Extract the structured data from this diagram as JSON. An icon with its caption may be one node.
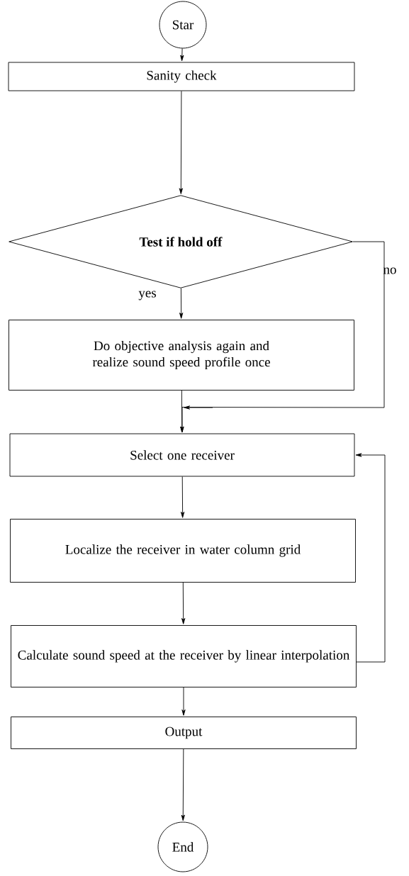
{
  "diagram": {
    "nodes": [
      {
        "text": [
          "Star"
        ]
      },
      {
        "text": [
          "Sanity check"
        ]
      },
      {
        "text": [
          "**Test if hold off**"
        ]
      },
      {
        "text": [
          "Do objective analysis again and realize sound speed profile once"
        ]
      },
      {
        "text": [
          "Select one receiver"
        ]
      },
      {
        "text": [
          "Localize the receiver in water column grid"
        ]
      },
      {
        "text": [
          "Calculate sound speed at the receiver by linear interpolation"
        ]
      },
      {
        "text": [
          "Output"
        ]
      },
      {
        "text": [
          "End"
        ]
      }
    ],
    "edges": [
      {
        "from": 0,
        "to": 1,
        "arrow": "to"
      },
      {
        "from": 1,
        "to": 2,
        "arrow": "to"
      },
      {
        "from": 2,
        "to": 3,
        "arrow": "to",
        "label": "yes"
      },
      {
        "from": 3,
        "to": 4,
        "arrow": "to"
      },
      {
        "from": 2,
        "to": 4,
        "arrow": "to",
        "label": "no"
      },
      {
        "from": 4,
        "to": 5,
        "arrow": "to"
      },
      {
        "from": 5,
        "to": 6,
        "arrow": "to"
      },
      {
        "from": 6,
        "to": 4,
        "arrow": "to"
      },
      {
        "from": 6,
        "to": 7,
        "arrow": "to"
      },
      {
        "from": 7,
        "to": 8,
        "arrow": "to"
      }
    ]
  }
}
